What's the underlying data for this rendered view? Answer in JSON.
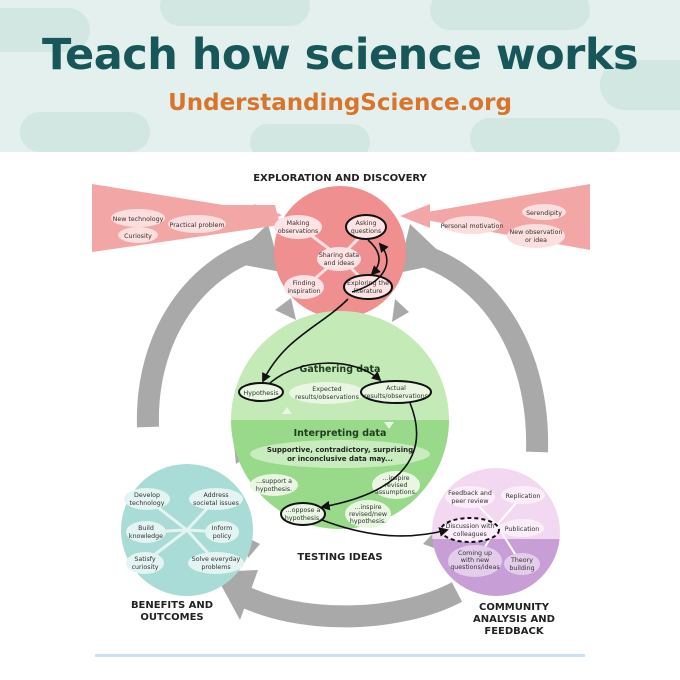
{
  "header": {
    "title": "Teach how science works",
    "subtitle": "UnderstandingScience.org"
  },
  "diagram": {
    "exploration": {
      "title": "EXPLORATION AND DISCOVERY",
      "inputs_left": [
        "New technology",
        "Practical problem",
        "Curiosity"
      ],
      "inputs_right": [
        "Serendipity",
        "Personal motivation",
        "New observation",
        "or idea"
      ],
      "making": [
        "Making",
        "observations"
      ],
      "asking": [
        "Asking",
        "questions"
      ],
      "sharing": [
        "Sharing data",
        "and ideas"
      ],
      "finding": [
        "Finding",
        "inspiration"
      ],
      "exploring": [
        "Exploring the",
        "literature"
      ]
    },
    "testing": {
      "title": "TESTING IDEAS",
      "gathering": "Gathering data",
      "hypothesis": "Hypothesis",
      "expected": [
        "Expected",
        "results/observations"
      ],
      "actual": [
        "Actual",
        "results/observations"
      ],
      "interpreting": "Interpreting data",
      "data_may": [
        "Supportive, contradictory, surprising",
        "or inconclusive data may..."
      ],
      "support": [
        "...support a",
        "hypothesis."
      ],
      "revised_assumptions": [
        "...inspire",
        "revised",
        "assumptions."
      ],
      "oppose": [
        "...oppose a",
        "hypothesis."
      ],
      "revised_hypothesis": [
        "...inspire",
        "revised/new",
        "hypothesis."
      ]
    },
    "benefits": {
      "title": [
        "BENEFITS AND",
        "OUTCOMES"
      ],
      "develop": [
        "Develop",
        "technology"
      ],
      "address": [
        "Address",
        "societal issues"
      ],
      "build": [
        "Build",
        "knowledge"
      ],
      "inform": [
        "Inform",
        "policy"
      ],
      "satisfy": [
        "Satisfy",
        "curiosity"
      ],
      "solve": [
        "Solve everyday",
        "problems"
      ]
    },
    "community": {
      "title": [
        "COMMUNITY",
        "ANALYSIS AND",
        "FEEDBACK"
      ],
      "feedback": [
        "Feedback and",
        "peer review"
      ],
      "replication": "Replication",
      "discussion": [
        "Discussion with",
        "colleagues"
      ],
      "publication": "Publication",
      "coming_up": [
        "Coming up",
        "with new",
        "questions/ideas"
      ],
      "theory": [
        "Theory",
        "building"
      ]
    }
  },
  "colors": {
    "title": "#17575a",
    "subtitle": "#d9742a",
    "exploration": "#f08f8f",
    "testing_top": "#c4eab8",
    "testing_bottom": "#99d98a",
    "benefits": "#a9dcd6",
    "community_top": "#f2d8f0",
    "community_bottom": "#c79fd6",
    "arrows": "#a9a9a9"
  }
}
